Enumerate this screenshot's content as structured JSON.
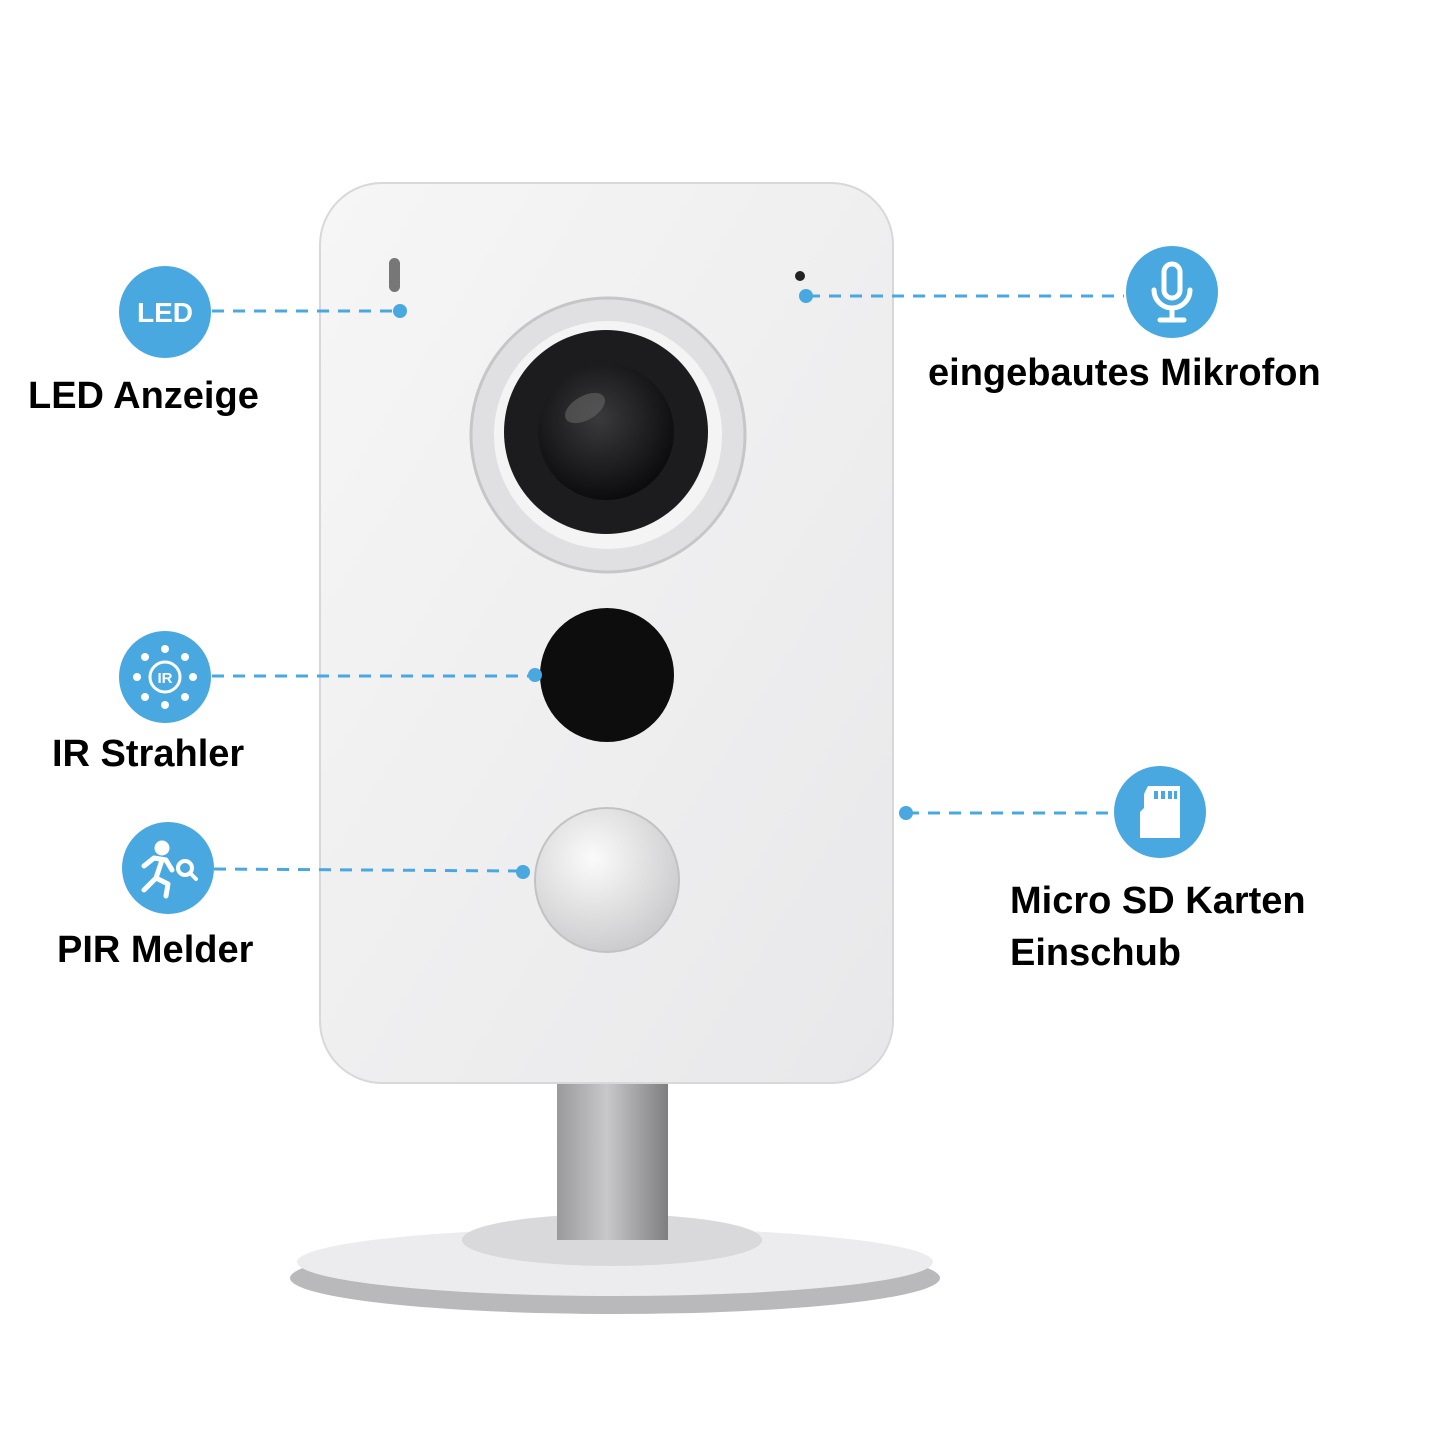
{
  "callouts": {
    "led": {
      "label": "LED Anzeige",
      "icon": "led-icon",
      "icon_text": "LED"
    },
    "mic": {
      "label": "eingebautes Mikrofon",
      "icon": "microphone-icon"
    },
    "ir": {
      "label": "IR Strahler",
      "icon": "infrared-icon",
      "icon_text": "IR"
    },
    "pir": {
      "label": "PIR Melder",
      "icon": "motion-sensor-icon"
    },
    "sd": {
      "label_line1": "Micro SD Karten",
      "label_line2": "Einschub",
      "icon": "sd-card-icon"
    }
  },
  "colors": {
    "accent": "#4aa8e0",
    "text": "#000000"
  }
}
